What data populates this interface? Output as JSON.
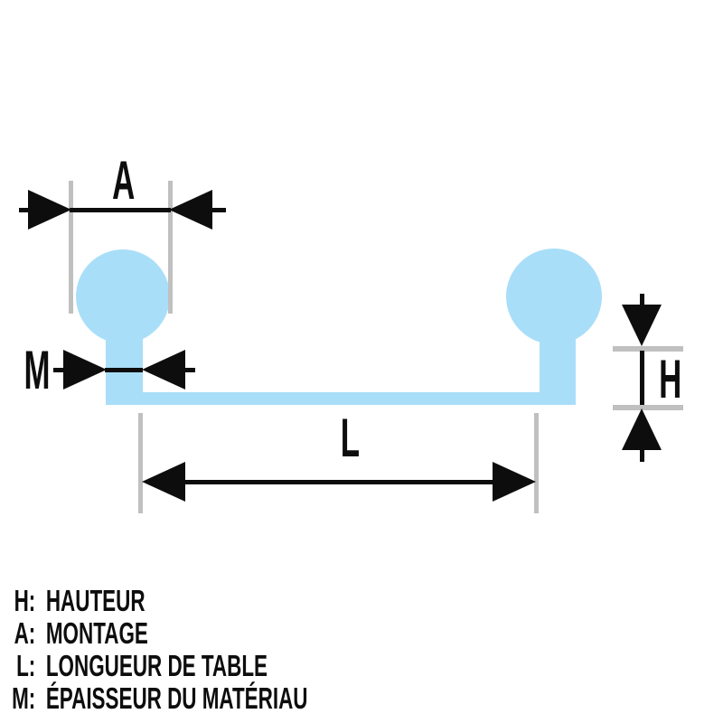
{
  "diagram": {
    "dimensions": {
      "a": {
        "label": "A",
        "meaning": "MONTAGE"
      },
      "m": {
        "label": "M",
        "meaning": "ÉPAISSEUR DU MATÉRIAU"
      },
      "l": {
        "label": "L",
        "meaning": "LONGUEUR DE TABLE"
      },
      "h": {
        "label": "H",
        "meaning": "HAUTEUR"
      }
    },
    "colors": {
      "shape_fill": "#A9DEF8",
      "extension_line": "#C0C0C0",
      "ink": "#0D0D0D",
      "background": "#FFFFFF"
    }
  },
  "legend": {
    "items": [
      {
        "key": "H:",
        "text": "HAUTEUR"
      },
      {
        "key": "A:",
        "text": "MONTAGE"
      },
      {
        "key": "L:",
        "text": "LONGUEUR DE TABLE"
      },
      {
        "key": "M:",
        "text": "ÉPAISSEUR DU MATÉRIAU"
      }
    ]
  }
}
